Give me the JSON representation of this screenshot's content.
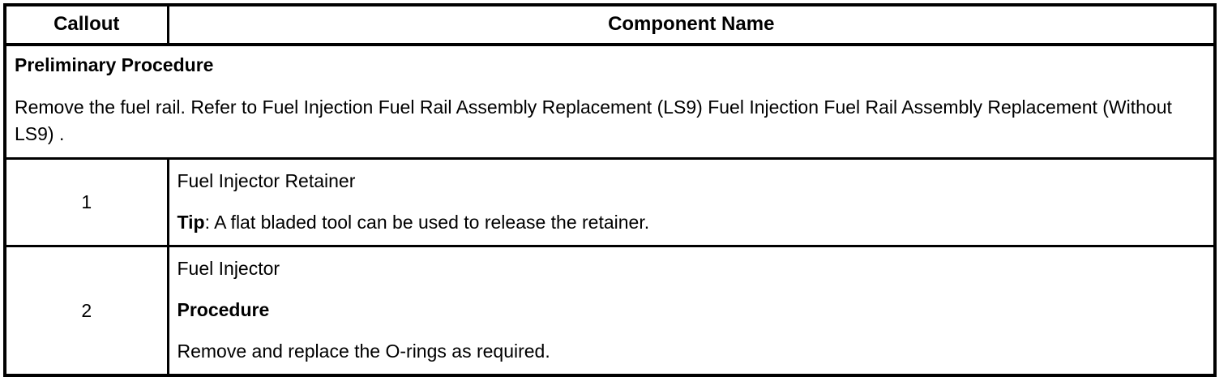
{
  "table": {
    "headers": {
      "callout": "Callout",
      "component_name": "Component Name"
    },
    "preliminary": {
      "heading": "Preliminary Procedure",
      "text": "Remove the fuel rail. Refer to Fuel Injection Fuel Rail Assembly Replacement (LS9) Fuel Injection Fuel Rail Assembly Replacement (Without LS9) ."
    },
    "rows": [
      {
        "callout": "1",
        "name": "Fuel Injector Retainer",
        "note_label": "Tip",
        "note_text": ": A flat bladed tool can be used to release the retainer."
      },
      {
        "callout": "2",
        "name": "Fuel Injector",
        "section_heading": "Procedure",
        "instruction": "Remove and replace the O-rings as required."
      }
    ]
  },
  "colors": {
    "border": "#000000",
    "text": "#000000",
    "background": "#ffffff"
  }
}
